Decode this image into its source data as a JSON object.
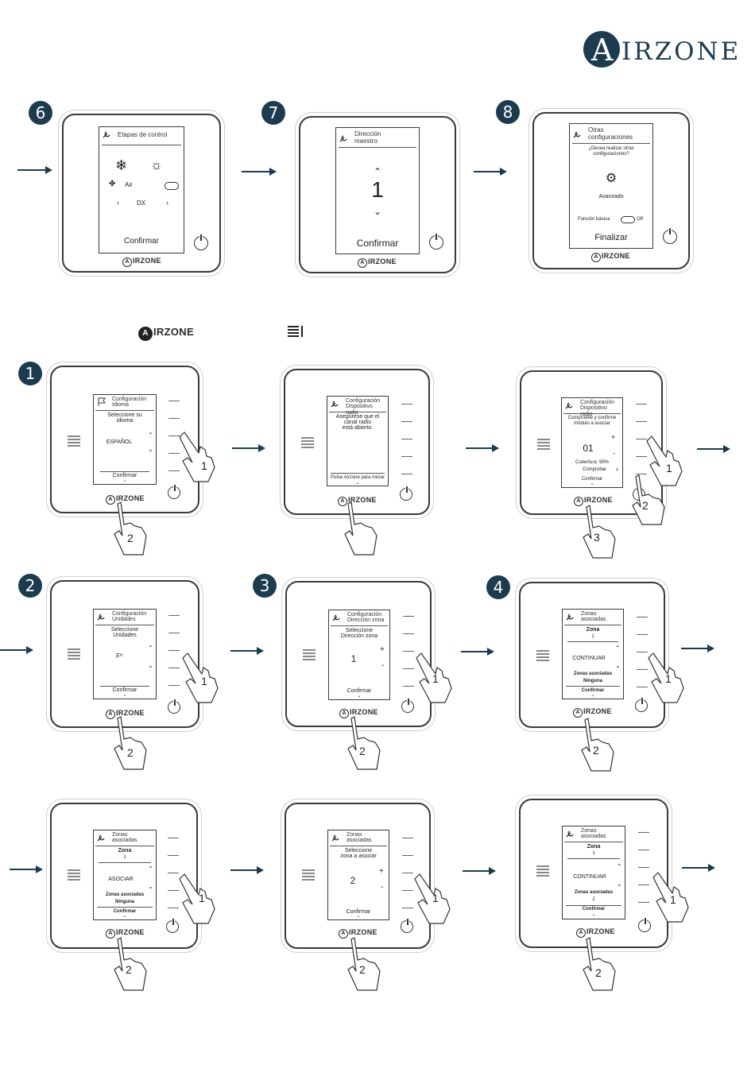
{
  "logo": {
    "letter": "A",
    "rest": "IRZONE"
  },
  "steps_top": {
    "s6": "6",
    "s7": "7",
    "s8": "8"
  },
  "screen6": {
    "title": "Etapas de control",
    "air": "Air",
    "left": "‹",
    "mode": "DX",
    "right": "›",
    "confirm": "Confirmar"
  },
  "screen7": {
    "title_l1": "Dirección",
    "title_l2": "maestro",
    "value": "1",
    "confirm": "Confirmar"
  },
  "screen8": {
    "title_l1": "Otras",
    "title_l2": "configuraciones",
    "question_l1": "¿Desea realizar otras",
    "question_l2": "configuraciones?",
    "advanced": "Avanzado",
    "basic": "Función básica",
    "off": "Off",
    "finish": "Finalizar"
  },
  "brand_small": "IRZONE",
  "brand_letter": "A",
  "steps": {
    "s1": "1",
    "s2": "2",
    "s3": "3",
    "s4": "4"
  },
  "r1a": {
    "t1": "Configuración",
    "t2": "Idioma",
    "p1": "Seleccione su",
    "p2": "idioma",
    "val": "ESPAÑOL",
    "confirm": "Confirmar"
  },
  "r1b": {
    "t1": "Configuración",
    "t2": "Dispositivo radio",
    "p1": "Asegúrese que el",
    "p2": "canal radio",
    "p3": "está abierto.",
    "action": "Pulse Airzone para iniciar"
  },
  "r1c": {
    "t1": "Configuración",
    "t2": "Dispositivo radio",
    "p1": "Compruebe y confirme",
    "p2": "módulo a asociar",
    "val": "01",
    "plus": "+",
    "minus": "-",
    "cov": "Cobertura: 99%",
    "check": "Comprobar",
    "chev": "›",
    "confirm": "Confirmar"
  },
  "r2a": {
    "t1": "Configuración",
    "t2": "Unidades",
    "p1": "Seleccione",
    "p2": "Unidades",
    "val": "Fº",
    "confirm": "Confirmar"
  },
  "r2b": {
    "t1": "Configuración",
    "t2": "Dirección zona",
    "p1": "Seleccione",
    "p2": "Dirección zona",
    "val": "1",
    "plus": "+",
    "minus": "-",
    "confirm": "Confirmar"
  },
  "r2c": {
    "t1": "Zonas",
    "t2": "asociadas",
    "zl": "Zona",
    "zv": "1",
    "action": "CONTINUAR",
    "al": "Zonas asociadas",
    "av": "Ninguna",
    "confirm": "Confirmar"
  },
  "r3a": {
    "t1": "Zonas",
    "t2": "asociadas",
    "zl": "Zona",
    "zv": "1",
    "action": "ASOCIAR",
    "al": "Zonas asociadas",
    "av": "Ninguna",
    "confirm": "Confirmar"
  },
  "r3b": {
    "t1": "Zonas",
    "t2": "asociadas",
    "p1": "Seleccione",
    "p2": "zona a asociar",
    "val": "2",
    "plus": "+",
    "minus": "-",
    "confirm": "Confirmar"
  },
  "r3c": {
    "t1": "Zonas",
    "t2": "asociadas",
    "zl": "Zona",
    "zv": "1",
    "action": "CONTINUAR",
    "al": "Zonas asociadas",
    "av": "2",
    "confirm": "Confirmar"
  },
  "hand_labels": {
    "one": "1",
    "two": "2",
    "three": "3"
  }
}
